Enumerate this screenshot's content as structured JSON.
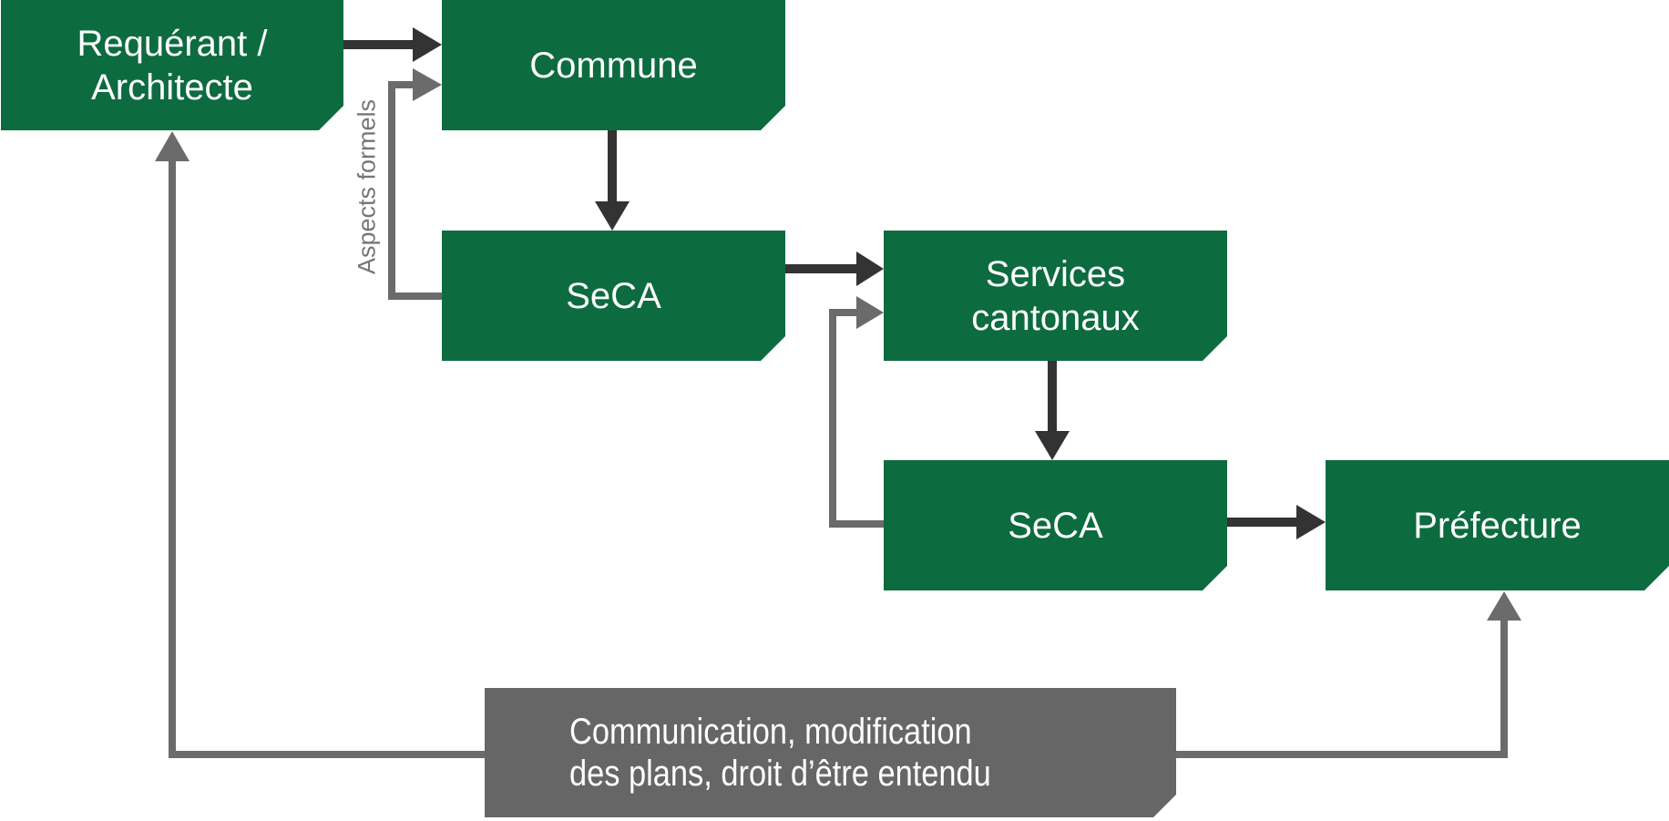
{
  "diagram": {
    "colors": {
      "node_fill": "#0D6B40",
      "feedback_fill": "#666666",
      "main_arrow": "#333333",
      "return_arrow": "#6B6B6B",
      "label_text": "#FFFFFF",
      "side_label_text": "#767676"
    },
    "nodes": [
      {
        "id": "requerant",
        "lines": [
          "Requérant /",
          "Architecte"
        ]
      },
      {
        "id": "commune",
        "lines": [
          "Commune"
        ]
      },
      {
        "id": "seca1",
        "lines": [
          "SeCA"
        ]
      },
      {
        "id": "services",
        "lines": [
          "Services",
          "cantonaux"
        ]
      },
      {
        "id": "seca2",
        "lines": [
          "SeCA"
        ]
      },
      {
        "id": "prefecture",
        "lines": [
          "Préfecture"
        ]
      }
    ],
    "feedback_box": {
      "lines": [
        "Communication, modification",
        "des plans, droit d’être entendu"
      ]
    },
    "side_label": "Aspects formels",
    "edges": [
      {
        "from": "requerant",
        "to": "commune",
        "kind": "main"
      },
      {
        "from": "commune",
        "to": "seca1",
        "kind": "main"
      },
      {
        "from": "seca1",
        "to": "commune",
        "kind": "return",
        "label": "Aspects formels"
      },
      {
        "from": "seca1",
        "to": "services",
        "kind": "main"
      },
      {
        "from": "services",
        "to": "seca2",
        "kind": "main"
      },
      {
        "from": "seca2",
        "to": "services",
        "kind": "return"
      },
      {
        "from": "seca2",
        "to": "prefecture",
        "kind": "main"
      },
      {
        "from": "feedback_box",
        "to": "requerant",
        "kind": "return"
      },
      {
        "from": "feedback_box",
        "to": "prefecture",
        "kind": "return"
      }
    ]
  }
}
